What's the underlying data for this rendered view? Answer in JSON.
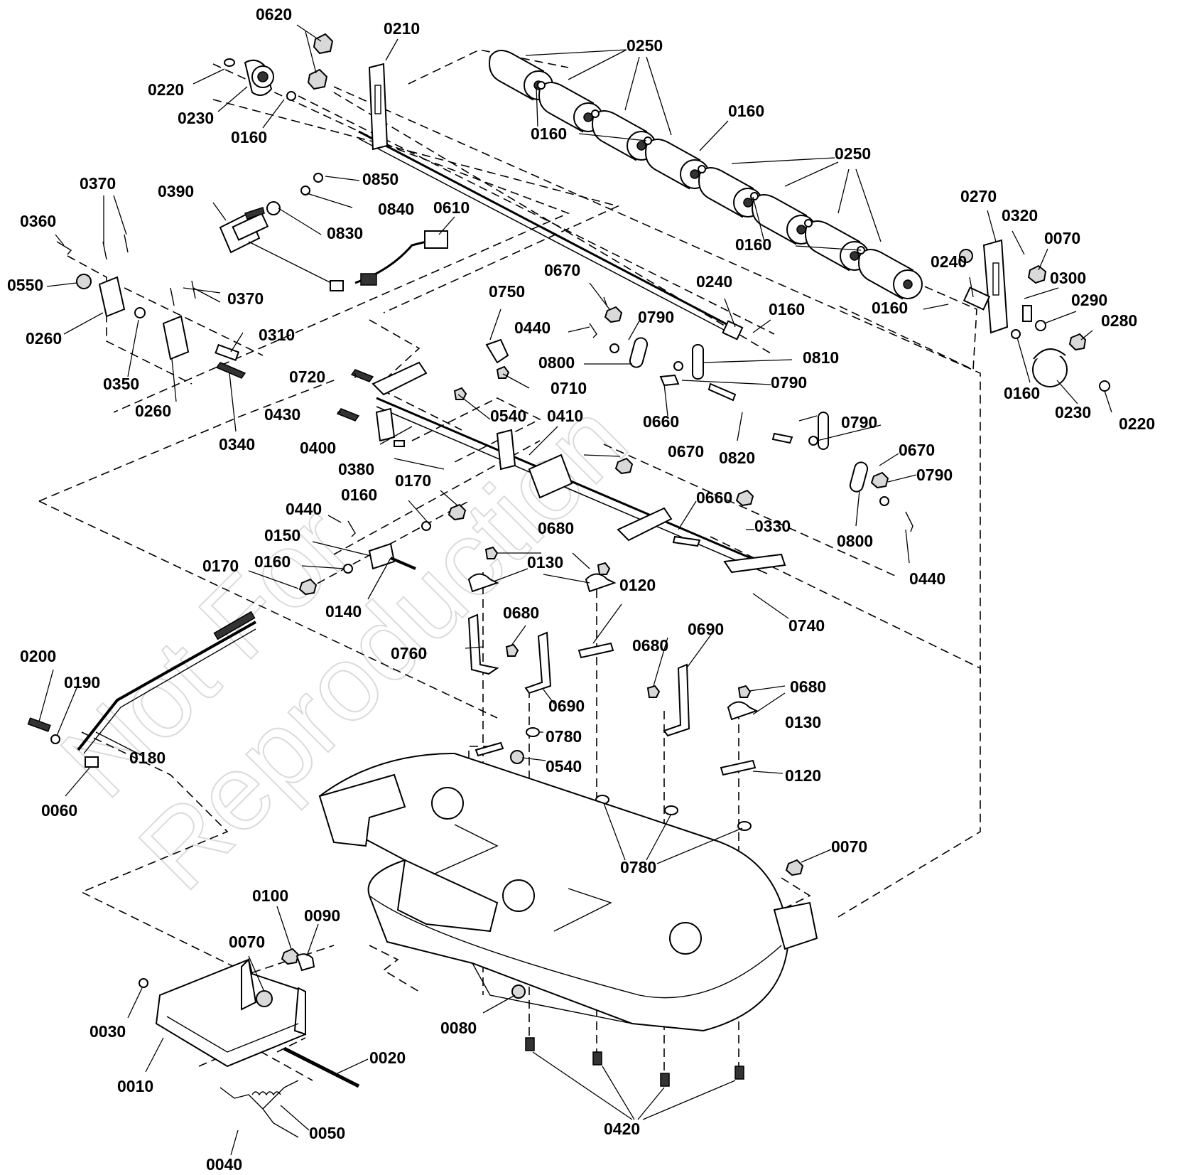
{
  "watermark": {
    "line1": "Not For",
    "line2": "Reproduction"
  },
  "callouts": [
    {
      "id": "c0620",
      "text": "0620"
    },
    {
      "id": "c0210",
      "text": "0210"
    },
    {
      "id": "c0250a",
      "text": "0250"
    },
    {
      "id": "c0220a",
      "text": "0220"
    },
    {
      "id": "c0230a",
      "text": "0230"
    },
    {
      "id": "c0160a",
      "text": "0160"
    },
    {
      "id": "c0160b",
      "text": "0160"
    },
    {
      "id": "c0160c",
      "text": "0160"
    },
    {
      "id": "c0250b",
      "text": "0250"
    },
    {
      "id": "c0370a",
      "text": "0370"
    },
    {
      "id": "c0390",
      "text": "0390"
    },
    {
      "id": "c0850",
      "text": "0850"
    },
    {
      "id": "c0840",
      "text": "0840"
    },
    {
      "id": "c0830",
      "text": "0830"
    },
    {
      "id": "c0610",
      "text": "0610"
    },
    {
      "id": "c0360",
      "text": "0360"
    },
    {
      "id": "c0550",
      "text": "0550"
    },
    {
      "id": "c0370b",
      "text": "0370"
    },
    {
      "id": "c0260a",
      "text": "0260"
    },
    {
      "id": "c0310",
      "text": "0310"
    },
    {
      "id": "c0350",
      "text": "0350"
    },
    {
      "id": "c0260b",
      "text": "0260"
    },
    {
      "id": "c0340",
      "text": "0340"
    },
    {
      "id": "c0270",
      "text": "0270"
    },
    {
      "id": "c0320",
      "text": "0320"
    },
    {
      "id": "c0070a",
      "text": "0070"
    },
    {
      "id": "c0160d",
      "text": "0160"
    },
    {
      "id": "c0240a",
      "text": "0240"
    },
    {
      "id": "c0300",
      "text": "0300"
    },
    {
      "id": "c0290",
      "text": "0290"
    },
    {
      "id": "c0280",
      "text": "0280"
    },
    {
      "id": "c0160e",
      "text": "0160"
    },
    {
      "id": "c0160f",
      "text": "0160"
    },
    {
      "id": "c0230b",
      "text": "0230"
    },
    {
      "id": "c0220b",
      "text": "0220"
    },
    {
      "id": "c0240b",
      "text": "0240"
    },
    {
      "id": "c0160g",
      "text": "0160"
    },
    {
      "id": "c0670a",
      "text": "0670"
    },
    {
      "id": "c0750",
      "text": "0750"
    },
    {
      "id": "c0440a",
      "text": "0440"
    },
    {
      "id": "c0790a",
      "text": "0790"
    },
    {
      "id": "c0800a",
      "text": "0800"
    },
    {
      "id": "c0810",
      "text": "0810"
    },
    {
      "id": "c0720",
      "text": "0720"
    },
    {
      "id": "c0710",
      "text": "0710"
    },
    {
      "id": "c0790b",
      "text": "0790"
    },
    {
      "id": "c0660a",
      "text": "0660"
    },
    {
      "id": "c0430",
      "text": "0430"
    },
    {
      "id": "c0540a",
      "text": "0540"
    },
    {
      "id": "c0410",
      "text": "0410"
    },
    {
      "id": "c0820",
      "text": "0820"
    },
    {
      "id": "c0790c",
      "text": "0790"
    },
    {
      "id": "c0400",
      "text": "0400"
    },
    {
      "id": "c0380",
      "text": "0380"
    },
    {
      "id": "c0670b",
      "text": "0670"
    },
    {
      "id": "c0670c",
      "text": "0670"
    },
    {
      "id": "c0790d",
      "text": "0790"
    },
    {
      "id": "c0170a",
      "text": "0170"
    },
    {
      "id": "c0160h",
      "text": "0160"
    },
    {
      "id": "c0660b",
      "text": "0660"
    },
    {
      "id": "c0440b",
      "text": "0440"
    },
    {
      "id": "c0150",
      "text": "0150"
    },
    {
      "id": "c0330",
      "text": "0330"
    },
    {
      "id": "c0800b",
      "text": "0800"
    },
    {
      "id": "c0170b",
      "text": "0170"
    },
    {
      "id": "c0160i",
      "text": "0160"
    },
    {
      "id": "c0680a",
      "text": "0680"
    },
    {
      "id": "c0130a",
      "text": "0130"
    },
    {
      "id": "c0440c",
      "text": "0440"
    },
    {
      "id": "c0140",
      "text": "0140"
    },
    {
      "id": "c0120a",
      "text": "0120"
    },
    {
      "id": "c0680b",
      "text": "0680"
    },
    {
      "id": "c0740",
      "text": "0740"
    },
    {
      "id": "c0690a",
      "text": "0690"
    },
    {
      "id": "c0760",
      "text": "0760"
    },
    {
      "id": "c0680c",
      "text": "0680"
    },
    {
      "id": "c0200",
      "text": "0200"
    },
    {
      "id": "c0190",
      "text": "0190"
    },
    {
      "id": "c0690b",
      "text": "0690"
    },
    {
      "id": "c0680d",
      "text": "0680"
    },
    {
      "id": "c0130b",
      "text": "0130"
    },
    {
      "id": "c0780a",
      "text": "0780"
    },
    {
      "id": "c0180",
      "text": "0180"
    },
    {
      "id": "c0540b",
      "text": "0540"
    },
    {
      "id": "c0120b",
      "text": "0120"
    },
    {
      "id": "c0060",
      "text": "0060"
    },
    {
      "id": "c0070b",
      "text": "0070"
    },
    {
      "id": "c0780b",
      "text": "0780"
    },
    {
      "id": "c0100",
      "text": "0100"
    },
    {
      "id": "c0090",
      "text": "0090"
    },
    {
      "id": "c0070c",
      "text": "0070"
    },
    {
      "id": "c0030",
      "text": "0030"
    },
    {
      "id": "c0080",
      "text": "0080"
    },
    {
      "id": "c0020",
      "text": "0020"
    },
    {
      "id": "c0010",
      "text": "0010"
    },
    {
      "id": "c0050",
      "text": "0050"
    },
    {
      "id": "c0420",
      "text": "0420"
    },
    {
      "id": "c0040",
      "text": "0040"
    }
  ]
}
